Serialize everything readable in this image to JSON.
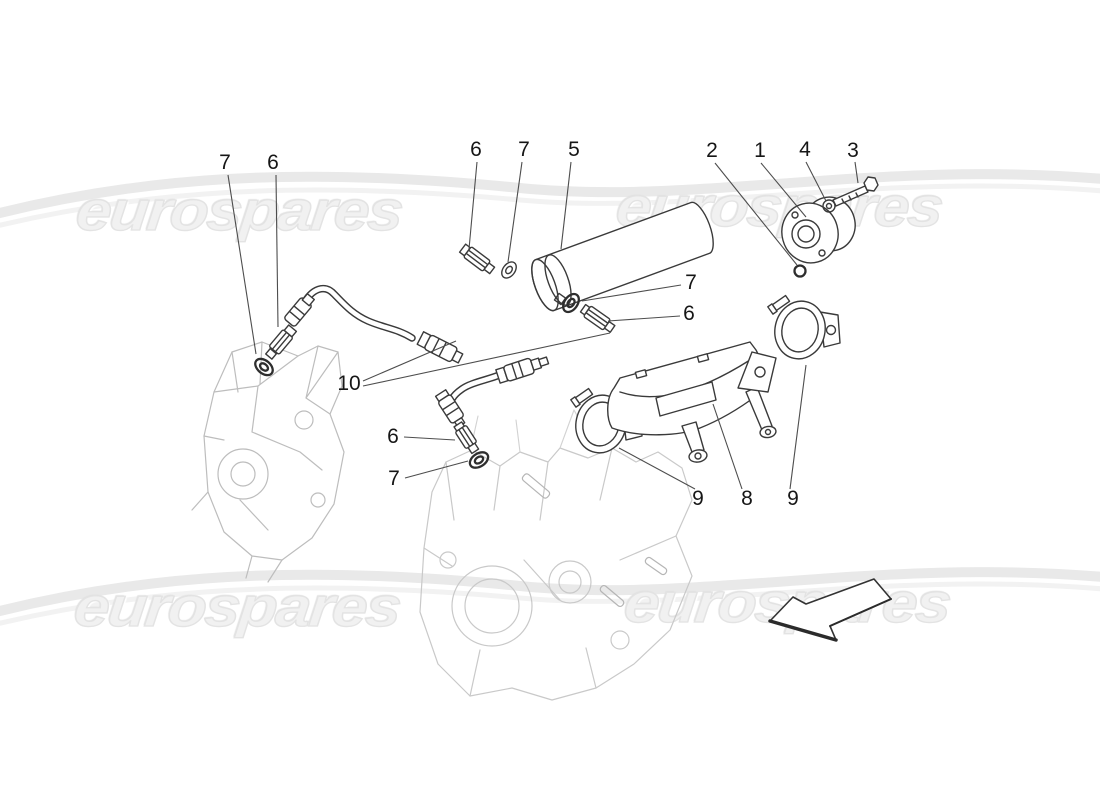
{
  "page": {
    "background": "#ffffff",
    "description": "Exploded engine-parts diagram with numbered callouts"
  },
  "watermark": {
    "text": "eurospares",
    "text_color": "#f1f1f1",
    "stroke_color": "#e3e3e3",
    "swoosh_color": "#e9e9e9"
  },
  "diagram": {
    "ink_color": "#3a3a3a",
    "ghost_color": "#bdbdbd",
    "arrow": {
      "direction": "lower-left",
      "fill": "#ffffff",
      "outline": "#333333"
    },
    "callouts": [
      {
        "text": "7"
      },
      {
        "text": "6"
      },
      {
        "text": "6"
      },
      {
        "text": "7"
      },
      {
        "text": "5"
      },
      {
        "text": "2"
      },
      {
        "text": "1"
      },
      {
        "text": "4"
      },
      {
        "text": "3"
      },
      {
        "text": "7"
      },
      {
        "text": "6"
      },
      {
        "text": "10"
      },
      {
        "text": "6"
      },
      {
        "text": "7"
      },
      {
        "text": "9"
      },
      {
        "text": "8"
      },
      {
        "text": "9"
      }
    ]
  }
}
